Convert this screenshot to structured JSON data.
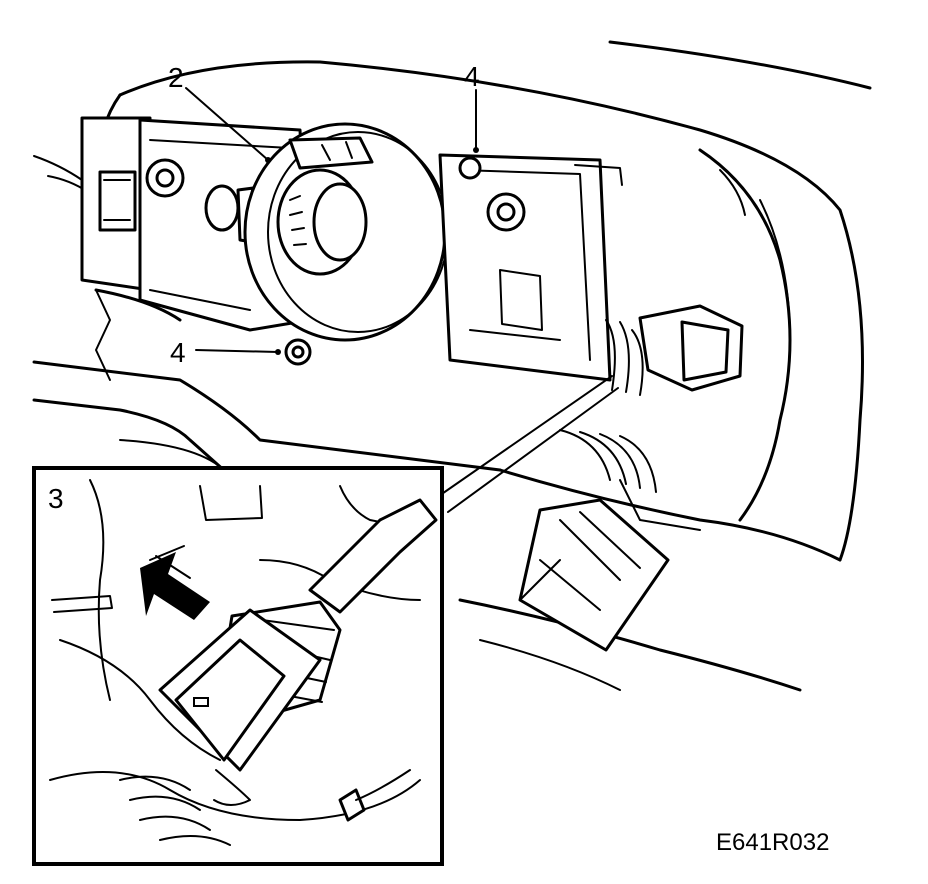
{
  "figure_code": "E641R032",
  "callouts": {
    "label_2": "2",
    "label_4_top": "4",
    "label_4_bottom": "4",
    "label_3": "3"
  }
}
